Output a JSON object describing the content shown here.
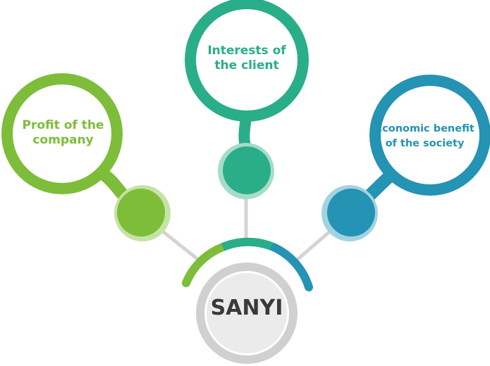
{
  "center": {
    "label": "SANYI"
  },
  "nodes": [
    {
      "id": "profit",
      "label": "Profit of the company",
      "line1": "Profit of the",
      "line2": "company",
      "color": "#7dbd3a",
      "halo": "#c5e3a6"
    },
    {
      "id": "client",
      "label": "Interests of the client",
      "line1": "Interests of",
      "line2": "the client",
      "color": "#2aae8a",
      "halo": "#a6dcc9"
    },
    {
      "id": "society",
      "label": "Economic benefit of the society",
      "line1": "Economic benefit",
      "line2": "of the society",
      "color": "#2493b4",
      "halo": "#a3d3e2"
    }
  ],
  "connector_color": "#d4d4d4",
  "center_ring_color": "#d0d0d0",
  "center_fill": "#ebebeb"
}
